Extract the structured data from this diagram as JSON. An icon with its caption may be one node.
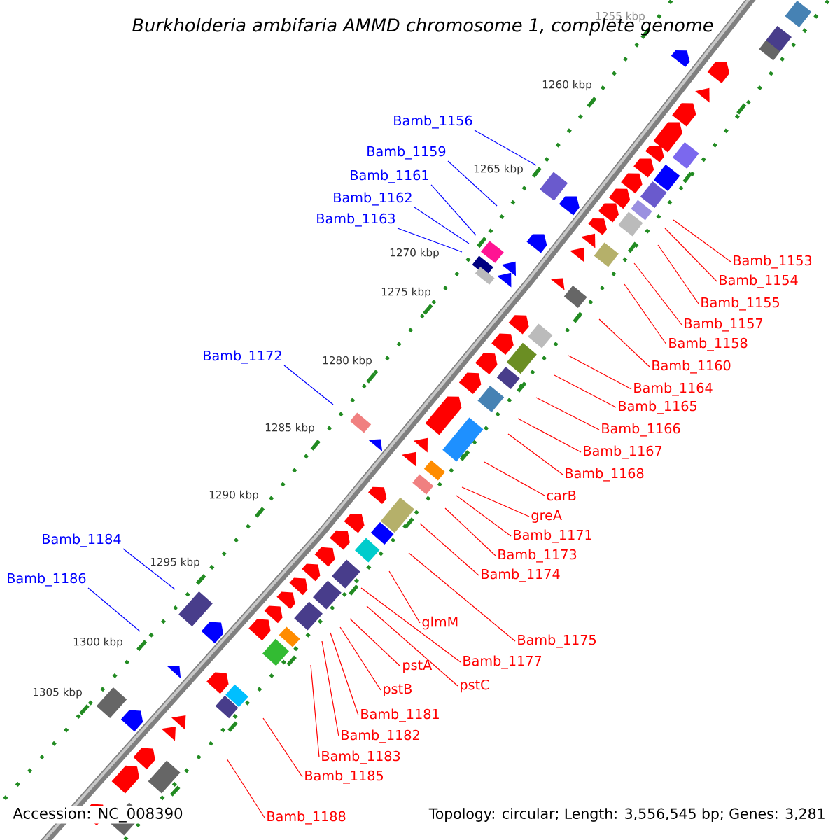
{
  "diagram": {
    "title": "Burkholderia ambifaria AMMD chromosome 1, complete genome",
    "nodes": [
      {
        "text": [
          "Bamb_1156"
        ]
      },
      {
        "text": [
          "Bamb_1159"
        ]
      },
      {
        "text": [
          "Bamb_1161"
        ]
      },
      {
        "text": [
          "Bamb_1162"
        ]
      },
      {
        "text": [
          "Bamb_1163"
        ]
      },
      {
        "text": [
          "Bamb_1172"
        ]
      },
      {
        "text": [
          "Bamb_1184"
        ]
      },
      {
        "text": [
          "Bamb_1186"
        ]
      },
      {
        "text": [
          "Bamb_1153"
        ]
      },
      {
        "text": [
          "Bamb_1154"
        ]
      },
      {
        "text": [
          "Bamb_1155"
        ]
      },
      {
        "text": [
          "Bamb_1157"
        ]
      },
      {
        "text": [
          "Bamb_1158"
        ]
      },
      {
        "text": [
          "Bamb_1160"
        ]
      },
      {
        "text": [
          "Bamb_1164"
        ]
      },
      {
        "text": [
          "Bamb_1165"
        ]
      },
      {
        "text": [
          "Bamb_1166"
        ]
      },
      {
        "text": [
          "Bamb_1167"
        ]
      },
      {
        "text": [
          "Bamb_1168"
        ]
      },
      {
        "text": [
          "carB"
        ]
      },
      {
        "text": [
          "greA"
        ]
      },
      {
        "text": [
          "Bamb_1171"
        ]
      },
      {
        "text": [
          "Bamb_1173"
        ]
      },
      {
        "text": [
          "Bamb_1174"
        ]
      },
      {
        "text": [
          "glmM"
        ]
      },
      {
        "text": [
          "Bamb_1175"
        ]
      },
      {
        "text": [
          "Bamb_1177"
        ]
      },
      {
        "text": [
          "pstA"
        ]
      },
      {
        "text": [
          "pstC"
        ]
      },
      {
        "text": [
          "pstB"
        ]
      },
      {
        "text": [
          "Bamb_1181"
        ]
      },
      {
        "text": [
          "Bamb_1182"
        ]
      },
      {
        "text": [
          "Bamb_1183"
        ]
      },
      {
        "text": [
          "Bamb_1185"
        ]
      },
      {
        "text": [
          "Bamb_1188"
        ]
      }
    ],
    "edges": [
      {
        "from": 0,
        "to": null,
        "arrow": "none",
        "color": "#0000ff"
      },
      {
        "from": 1,
        "to": null,
        "arrow": "none",
        "color": "#0000ff"
      },
      {
        "from": 2,
        "to": null,
        "arrow": "none",
        "color": "#0000ff"
      },
      {
        "from": 3,
        "to": null,
        "arrow": "none",
        "color": "#0000ff"
      },
      {
        "from": 4,
        "to": null,
        "arrow": "none",
        "color": "#0000ff"
      },
      {
        "from": 5,
        "to": null,
        "arrow": "none",
        "color": "#0000ff"
      },
      {
        "from": 6,
        "to": null,
        "arrow": "none",
        "color": "#0000ff"
      },
      {
        "from": 7,
        "to": null,
        "arrow": "none",
        "color": "#0000ff"
      },
      {
        "from": 8,
        "to": null,
        "arrow": "none"
      },
      {
        "from": 9,
        "to": null,
        "arrow": "none"
      },
      {
        "from": 10,
        "to": null,
        "arrow": "none"
      },
      {
        "from": 11,
        "to": null,
        "arrow": "none"
      },
      {
        "from": 12,
        "to": null,
        "arrow": "none"
      },
      {
        "from": 13,
        "to": null,
        "arrow": "none"
      },
      {
        "from": 14,
        "to": null,
        "arrow": "none"
      },
      {
        "from": 15,
        "to": null,
        "arrow": "none"
      },
      {
        "from": 16,
        "to": null,
        "arrow": "none"
      },
      {
        "from": 17,
        "to": null,
        "arrow": "none"
      },
      {
        "from": 18,
        "to": null,
        "arrow": "none"
      },
      {
        "from": 19,
        "to": null,
        "arrow": "none"
      },
      {
        "from": 20,
        "to": null,
        "arrow": "none"
      },
      {
        "from": 21,
        "to": null,
        "arrow": "none"
      },
      {
        "from": 22,
        "to": null,
        "arrow": "none"
      },
      {
        "from": 23,
        "to": null,
        "arrow": "none"
      },
      {
        "from": 24,
        "to": null,
        "arrow": "none"
      },
      {
        "from": 25,
        "to": null,
        "arrow": "none"
      },
      {
        "from": 26,
        "to": null,
        "arrow": "none"
      },
      {
        "from": 27,
        "to": null,
        "arrow": "none"
      },
      {
        "from": 28,
        "to": null,
        "arrow": "none"
      },
      {
        "from": 29,
        "to": null,
        "arrow": "none"
      },
      {
        "from": 30,
        "to": null,
        "arrow": "none"
      },
      {
        "from": 31,
        "to": null,
        "arrow": "none"
      },
      {
        "from": 32,
        "to": null,
        "arrow": "none"
      },
      {
        "from": 33,
        "to": null,
        "arrow": "none"
      },
      {
        "from": 34,
        "to": null,
        "arrow": "none"
      }
    ],
    "labels": [
      "1255 kbp",
      "1260 kbp",
      "1265 kbp",
      "1270 kbp",
      "1275 kbp",
      "1280 kbp",
      "1285 kbp",
      "1290 kbp",
      "1295 kbp",
      "1300 kbp",
      "1305 kbp",
      "Accession: NC_008390",
      "Topology: circular; Length: 3,556,545 bp; Genes: 3,281"
    ]
  }
}
